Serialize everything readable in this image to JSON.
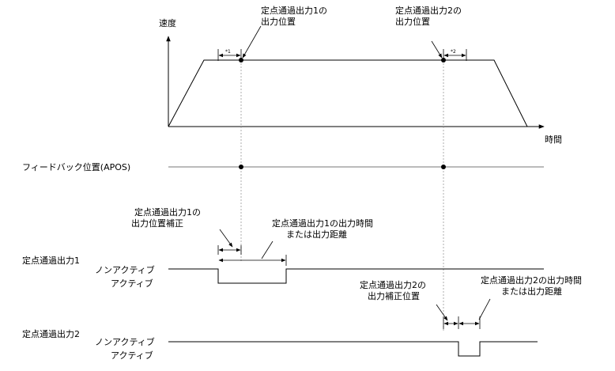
{
  "velocity_chart": {
    "y_axis_label": "速度",
    "x_axis_label": "時間",
    "point1_label_line1": "定点通過出力1の",
    "point1_label_line2": "出力位置",
    "point2_label_line1": "定点通過出力2の",
    "point2_label_line2": "出力位置",
    "note1": "*1",
    "note2": "*2"
  },
  "feedback": {
    "label": "フィードバック位置(APOS)"
  },
  "output1": {
    "comp_label_line1": "定点通過出力1の",
    "comp_label_line2": "出力位置補正",
    "time_label_line1": "定点通過出力1の出力時間",
    "time_label_line2": "または出力距離",
    "signal_label": "定点通過出力1",
    "inactive_label": "ノンアクティブ",
    "active_label": "アクティブ"
  },
  "output2": {
    "comp_label_line1": "定点通過出力2の",
    "comp_label_line2": "出力補正位置",
    "time_label_line1": "定点通過出力2の出力時間",
    "time_label_line2": "または出力距離",
    "signal_label": "定点通過出力2",
    "inactive_label": "ノンアクティブ",
    "active_label": "アクティブ"
  },
  "colors": {
    "ink": "#000000",
    "guide": "#9a9a9a"
  }
}
